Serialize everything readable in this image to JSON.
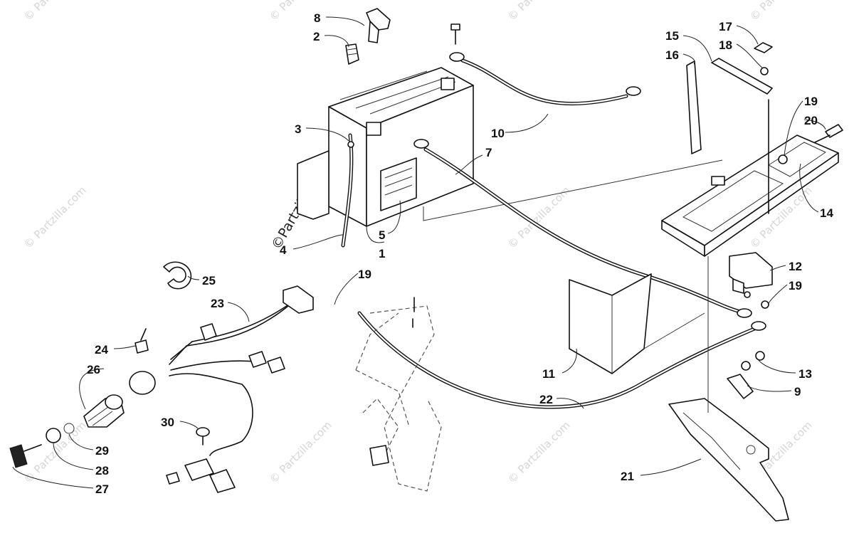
{
  "diagram": {
    "watermark_text": "© Partzilla.com",
    "watermark_primary_text": "©Partzilla.com",
    "callouts": [
      {
        "id": "c1",
        "label": "1"
      },
      {
        "id": "c2",
        "label": "2"
      },
      {
        "id": "c3",
        "label": "3"
      },
      {
        "id": "c4",
        "label": "4"
      },
      {
        "id": "c5",
        "label": "5"
      },
      {
        "id": "c7",
        "label": "7"
      },
      {
        "id": "c8",
        "label": "8"
      },
      {
        "id": "c9",
        "label": "9"
      },
      {
        "id": "c10",
        "label": "10"
      },
      {
        "id": "c11",
        "label": "11"
      },
      {
        "id": "c12",
        "label": "12"
      },
      {
        "id": "c13",
        "label": "13"
      },
      {
        "id": "c14",
        "label": "14"
      },
      {
        "id": "c15",
        "label": "15"
      },
      {
        "id": "c16",
        "label": "16"
      },
      {
        "id": "c17",
        "label": "17"
      },
      {
        "id": "c18",
        "label": "18"
      },
      {
        "id": "c19a",
        "label": "19"
      },
      {
        "id": "c19b",
        "label": "19"
      },
      {
        "id": "c19c",
        "label": "19"
      },
      {
        "id": "c20",
        "label": "20"
      },
      {
        "id": "c21",
        "label": "21"
      },
      {
        "id": "c22",
        "label": "22"
      },
      {
        "id": "c23",
        "label": "23"
      },
      {
        "id": "c24",
        "label": "24"
      },
      {
        "id": "c25",
        "label": "25"
      },
      {
        "id": "c26",
        "label": "26"
      },
      {
        "id": "c27",
        "label": "27"
      },
      {
        "id": "c28",
        "label": "28"
      },
      {
        "id": "c29",
        "label": "29"
      },
      {
        "id": "c30",
        "label": "30"
      }
    ]
  }
}
